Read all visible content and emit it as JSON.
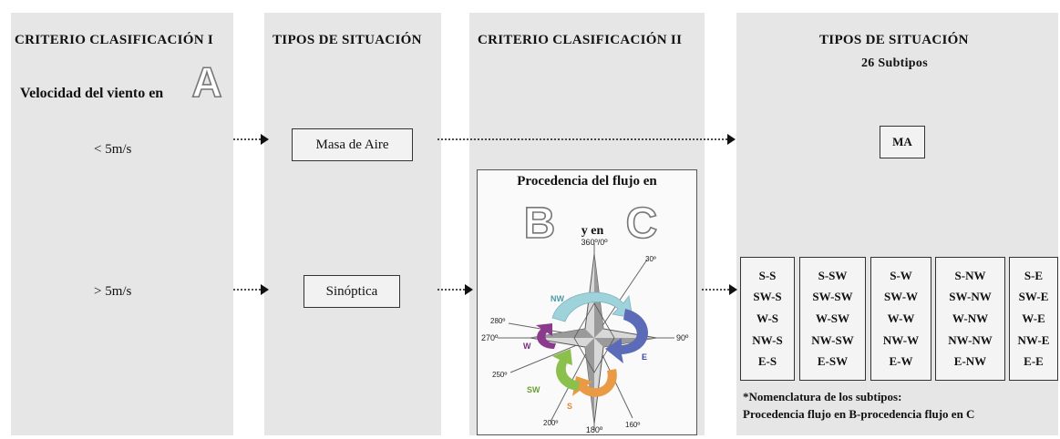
{
  "columns": {
    "c1_title": "CRITERIO CLASIFICACIÓN I",
    "c2_title": "TIPOS DE SITUACIÓN",
    "c3_title": "CRITERIO CLASIFICACIÓN II",
    "c4_title": "TIPOS DE SITUACIÓN",
    "c4_subtitle": "26 Subtipos"
  },
  "criterion1": {
    "label": "Velocidad del viento en",
    "letter": "A",
    "low": "< 5m/s",
    "high": "> 5m/s"
  },
  "situations": {
    "air_mass": "Masa de Aire",
    "synoptic": "Sinóptica",
    "ma": "MA"
  },
  "criterion2": {
    "title": "Procedencia del flujo en",
    "letter_b": "B",
    "and": "y en",
    "letter_c": "C"
  },
  "compass": {
    "deg_360": "360º/0º",
    "deg_30": "30º",
    "deg_90": "90º",
    "deg_160": "160º",
    "deg_180": "180º",
    "deg_200": "200º",
    "deg_250": "250º",
    "deg_270": "270º",
    "deg_280": "280º",
    "nw": "NW",
    "e": "E",
    "s": "S",
    "sw": "SW",
    "w": "W",
    "colors": {
      "nw": "#9fd3dc",
      "e": "#5b6bb8",
      "s": "#e89a45",
      "sw": "#8cc04c",
      "w": "#8b3a8e"
    }
  },
  "subtypes": [
    [
      "S-S",
      "SW-S",
      "W-S",
      "NW-S",
      "E-S"
    ],
    [
      "S-SW",
      "SW-SW",
      "W-SW",
      "NW-SW",
      "E-SW"
    ],
    [
      "S-W",
      "SW-W",
      "W-W",
      "NW-W",
      "E-W"
    ],
    [
      "S-NW",
      "SW-NW",
      "W-NW",
      "NW-NW",
      "E-NW"
    ],
    [
      "S-E",
      "SW-E",
      "W-E",
      "NW-E",
      "E-E"
    ]
  ],
  "note": {
    "line1": "*Nomenclatura de los subtipos:",
    "line2": "Procedencia flujo en B-procedencia flujo en C"
  }
}
